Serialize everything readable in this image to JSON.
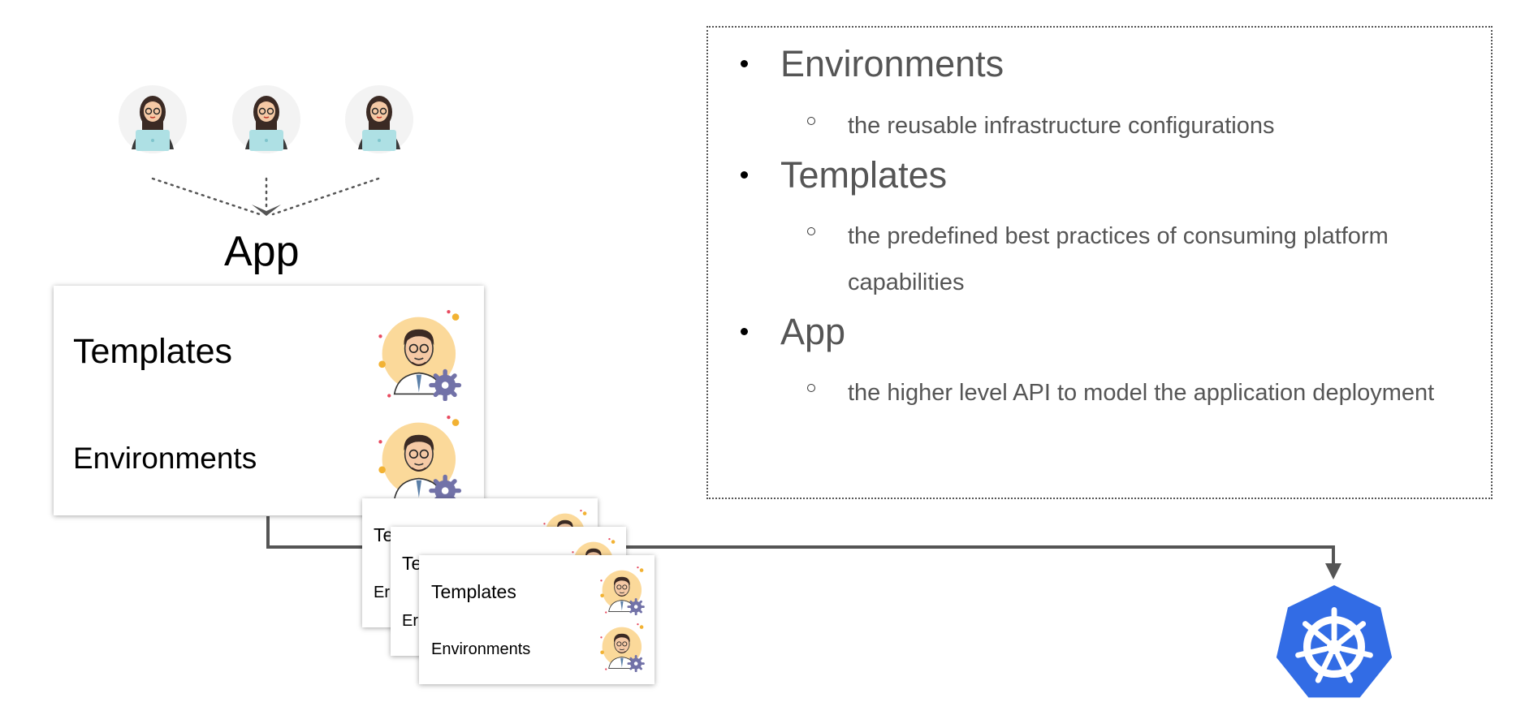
{
  "diagram": {
    "app_label": "App",
    "main_card": {
      "templates_label": "Templates",
      "environments_label": "Environments"
    },
    "stack_cards": [
      {
        "templates_label": "Te",
        "environments_label": "Er"
      },
      {
        "templates_label": "Te",
        "environments_label": "Er"
      },
      {
        "templates_label": "Templates",
        "environments_label": "Environments"
      }
    ],
    "users": [
      "user-avatar",
      "user-avatar",
      "user-avatar"
    ],
    "target_icon": "kubernetes-helm-icon"
  },
  "definitions": [
    {
      "term": "Environments",
      "description": "the reusable infrastructure configurations"
    },
    {
      "term": "Templates",
      "description": "the predefined best practices of consuming platform capabilities"
    },
    {
      "term": "App",
      "description": "the higher level API to model the application deployment"
    }
  ],
  "colors": {
    "connector": "#555555",
    "kubernetes_blue": "#326CE5",
    "avatar_bg": "#FBD99A",
    "gear": "#7272A8"
  }
}
